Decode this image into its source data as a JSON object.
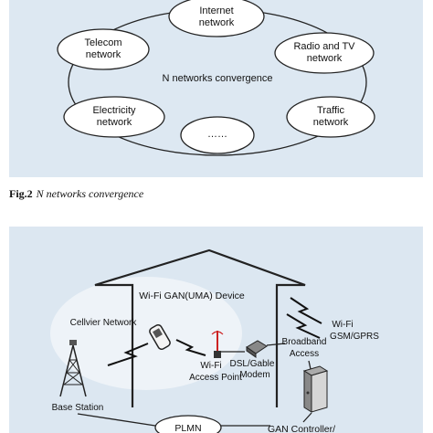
{
  "fig2": {
    "nodes": {
      "internet": [
        "Internet",
        "network"
      ],
      "telecom": [
        "Telecom",
        "network"
      ],
      "radio_tv": [
        "Radio and TV",
        "network"
      ],
      "electricity": [
        "Electricity",
        "network"
      ],
      "traffic": [
        "Traffic",
        "network"
      ],
      "more": "……"
    },
    "center_label": "N networks convergence",
    "caption_num": "Fig.2",
    "caption_text": "N networks convergence"
  },
  "fig3": {
    "house_label": "Wi-Fi GAN(UMA) Device",
    "cellular_label": "Cellvier Network",
    "wifi_ap": [
      "Wi-Fi",
      "Access Point"
    ],
    "modem": [
      "DSL/Gable",
      "Modem"
    ],
    "broadband": [
      "Broadband",
      "Access"
    ],
    "wifi_label": "Wi-Fi",
    "gsm_label": "GSM/GPRS",
    "base_station": "Base Station",
    "plmn": "PLMN",
    "gan_controller": "GAN Controller/"
  }
}
